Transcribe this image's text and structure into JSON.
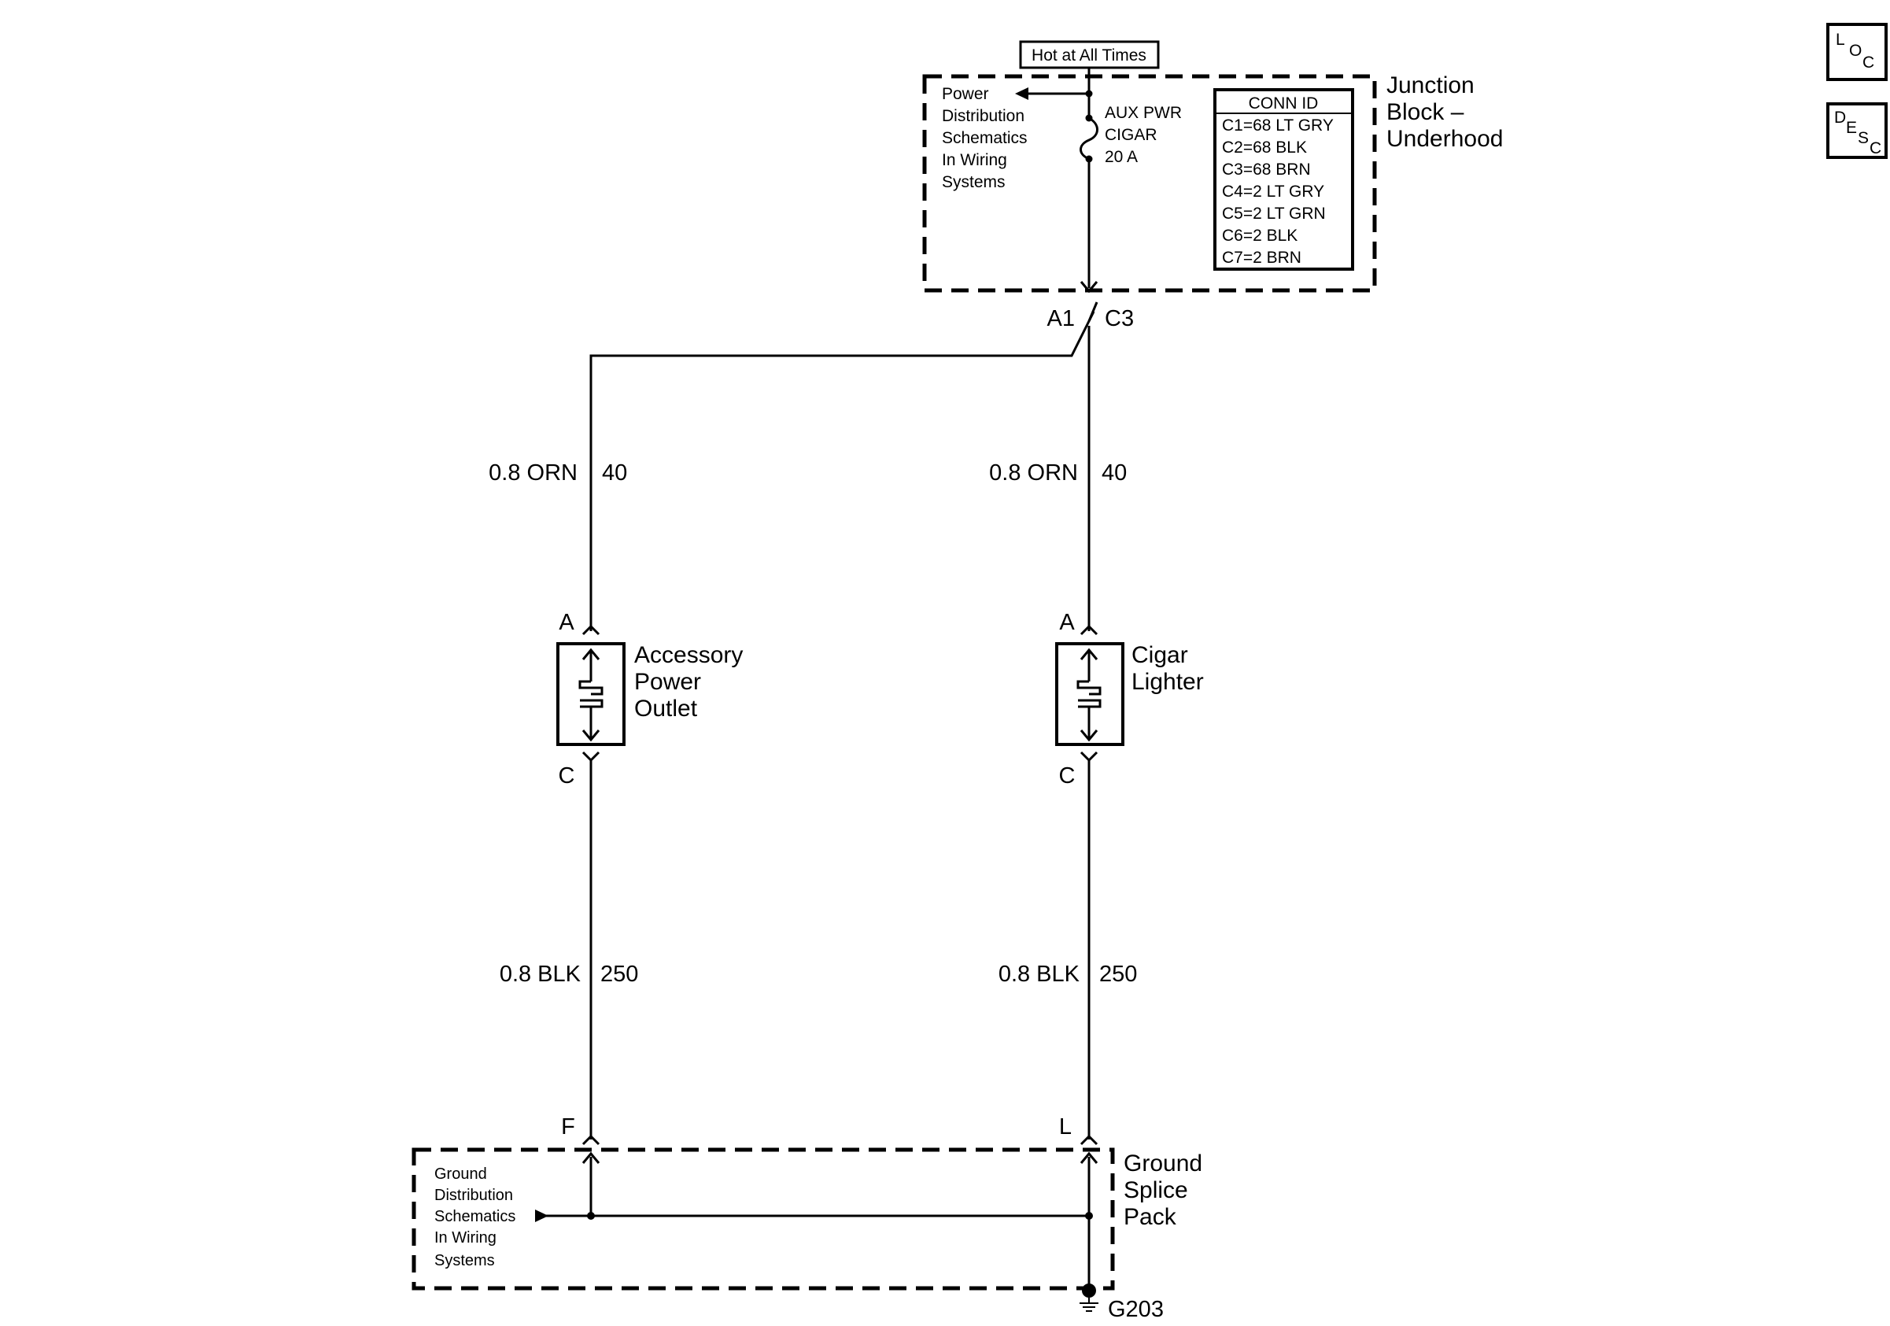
{
  "junction_block": {
    "source_label": "Hot at All Times",
    "name_lines": [
      "Junction",
      "Block –",
      "Underhood"
    ],
    "power_ref_lines": [
      "Power",
      "Distribution",
      "Schematics",
      "In Wiring",
      "Systems"
    ],
    "fuse_lines": [
      "AUX PWR",
      "CIGAR",
      "20 A"
    ],
    "conn_id": {
      "header": "CONN ID",
      "rows": [
        "C1=68 LT GRY",
        "C2=68 BLK",
        "C3=68 BRN",
        "C4=2 LT GRY",
        "C5=2 LT GRN",
        "C6=2 BLK",
        "C7=2 BRN"
      ]
    },
    "connector_left": "A1",
    "connector_right": "C3"
  },
  "left_circuit": {
    "upper_wire": {
      "color": "0.8 ORN",
      "circuit": "40"
    },
    "device_top_pin": "A",
    "device_bottom_pin": "C",
    "device_name_lines": [
      "Accessory",
      "Power",
      "Outlet"
    ],
    "lower_wire": {
      "color": "0.8 BLK",
      "circuit": "250"
    },
    "splice_pin": "F"
  },
  "right_circuit": {
    "upper_wire": {
      "color": "0.8 ORN",
      "circuit": "40"
    },
    "device_top_pin": "A",
    "device_bottom_pin": "C",
    "device_name_lines": [
      "Cigar",
      "Lighter"
    ],
    "lower_wire": {
      "color": "0.8 BLK",
      "circuit": "250"
    },
    "splice_pin": "L"
  },
  "ground_splice": {
    "name_lines": [
      "Ground",
      "Splice",
      "Pack"
    ],
    "ground_ref_lines": [
      "Ground",
      "Distribution",
      "Schematics",
      "In Wiring",
      "Systems"
    ],
    "ground_id": "G203"
  },
  "nav": {
    "loc_letters": [
      "L",
      "O",
      "C"
    ],
    "desc_letters": [
      "D",
      "E",
      "S",
      "C"
    ]
  }
}
